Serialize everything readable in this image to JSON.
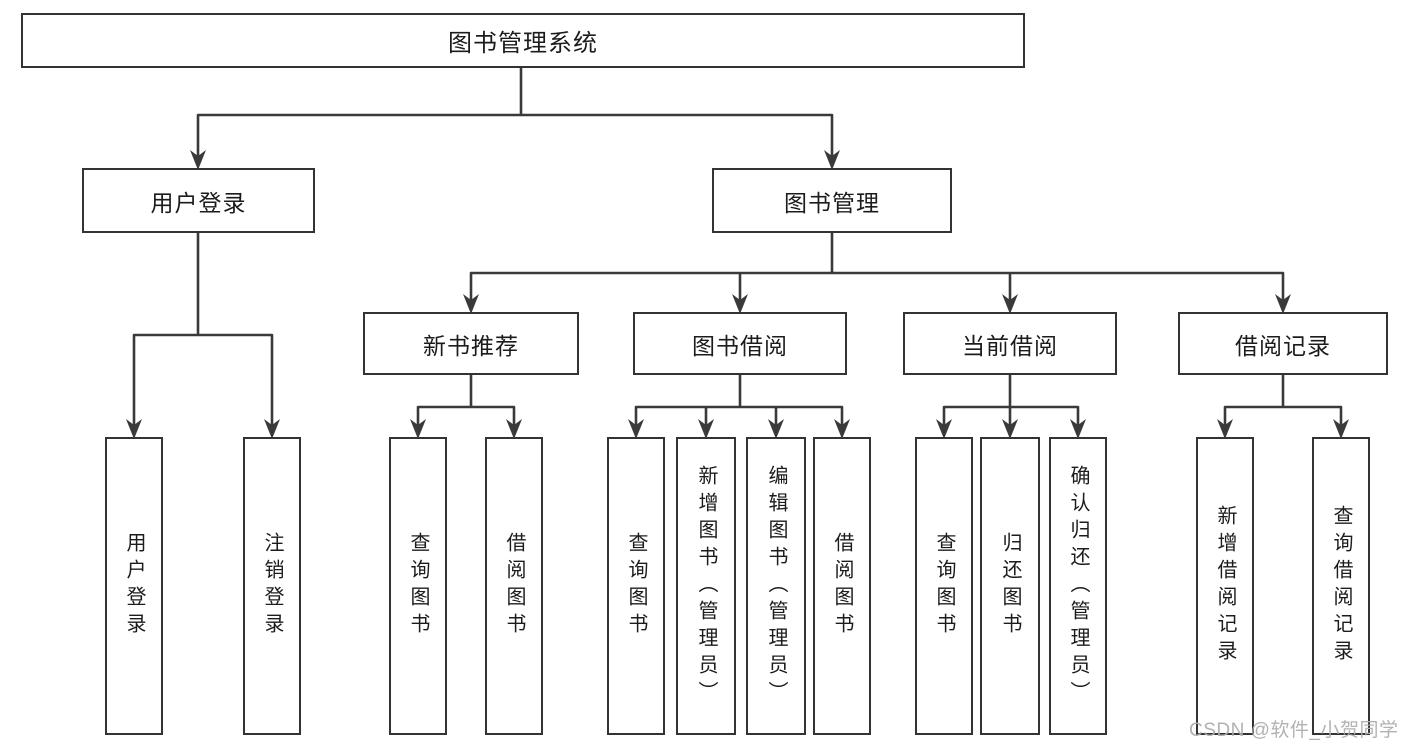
{
  "diagram": {
    "type": "function-structure-tree",
    "title": "图书管理系统"
  },
  "nodes": {
    "root": "图书管理系统",
    "userLogin": "用户登录",
    "bookManagement": "图书管理",
    "newBookRecommend": "新书推荐",
    "bookBorrow": "图书借阅",
    "currentBorrow": "当前借阅",
    "borrowRecords": "借阅记录",
    "leafUserLogin": "用户登录",
    "leafLogout": "注销登录",
    "leafRecQuery": "查询图书",
    "leafRecBorrow": "借阅图书",
    "leafBorrowQuery": "查询图书",
    "leafBorrowAdd": "新增图书（管理员）",
    "leafBorrowEdit": "编辑图书（管理员）",
    "leafBorrowBorrow": "借阅图书",
    "leafCurQuery": "查询图书",
    "leafCurReturn": "归还图书",
    "leafCurConfirm": "确认归还（管理员）",
    "leafRecordAdd": "新增借阅记录",
    "leafRecordQuery": "查询借阅记录"
  },
  "tree": {
    "图书管理系统": {
      "用户登录": [
        "用户登录",
        "注销登录"
      ],
      "图书管理": {
        "新书推荐": [
          "查询图书",
          "借阅图书"
        ],
        "图书借阅": [
          "查询图书",
          "新增图书（管理员）",
          "编辑图书（管理员）",
          "借阅图书"
        ],
        "当前借阅": [
          "查询图书",
          "归还图书",
          "确认归还（管理员）"
        ],
        "借阅记录": [
          "新增借阅记录",
          "查询借阅记录"
        ]
      }
    }
  },
  "watermark": {
    "text": "CSDN @软件_小贺同学",
    "color": "#aeaeb2"
  },
  "colors": {
    "background": "#ffffff",
    "line": "#3a3a3a",
    "box_border": "#333333",
    "text": "#1c1c1c"
  }
}
